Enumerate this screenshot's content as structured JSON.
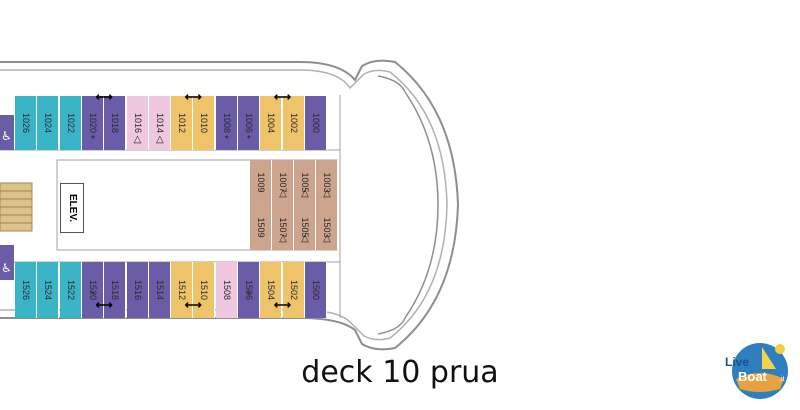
{
  "title": "deck 10 prua",
  "elevator_label": "ELEV.",
  "logo_text": "LiveBoat.it",
  "colors": {
    "purple": "#6b5ca8",
    "cyan": "#3ab5c8",
    "pink": "#efc7df",
    "yellow": "#efc36a",
    "tan": "#cda58f",
    "hull": "#9a9a9a",
    "stairs": "#ddc38a"
  },
  "top_row": [
    {
      "num": "1026",
      "color": "cyan"
    },
    {
      "num": "1024",
      "color": "cyan"
    },
    {
      "num": "1022",
      "color": "cyan"
    },
    {
      "num": "1020",
      "color": "purple",
      "mark": "*"
    },
    {
      "num": "1018",
      "color": "purple"
    },
    {
      "num": "1016",
      "color": "pink",
      "mark": "△"
    },
    {
      "num": "1014",
      "color": "pink",
      "mark": "△"
    },
    {
      "num": "1012",
      "color": "yellow"
    },
    {
      "num": "1010",
      "color": "yellow"
    },
    {
      "num": "1008",
      "color": "purple",
      "mark": "*"
    },
    {
      "num": "1006",
      "color": "purple",
      "mark": "*"
    },
    {
      "num": "1004",
      "color": "yellow"
    },
    {
      "num": "1002",
      "color": "yellow"
    },
    {
      "num": "1000",
      "color": "purple"
    }
  ],
  "bottom_row": [
    {
      "num": "1526",
      "color": "cyan"
    },
    {
      "num": "1524",
      "color": "cyan"
    },
    {
      "num": "1522",
      "color": "cyan"
    },
    {
      "num": "1520",
      "color": "purple",
      "mark": "*"
    },
    {
      "num": "1518",
      "color": "purple"
    },
    {
      "num": "1516",
      "color": "purple"
    },
    {
      "num": "1514",
      "color": "purple"
    },
    {
      "num": "1512",
      "color": "yellow"
    },
    {
      "num": "1510",
      "color": "yellow"
    },
    {
      "num": "1508",
      "color": "pink"
    },
    {
      "num": "1506",
      "color": "purple",
      "mark": "*"
    },
    {
      "num": "1504",
      "color": "yellow"
    },
    {
      "num": "1502",
      "color": "yellow"
    },
    {
      "num": "1500",
      "color": "purple"
    }
  ],
  "center_upper": [
    {
      "num": "1009",
      "color": "tan"
    },
    {
      "num": "1007",
      "color": "tan",
      "mark": "△"
    },
    {
      "num": "1005",
      "color": "tan",
      "mark": "△"
    },
    {
      "num": "1003",
      "color": "tan",
      "mark": "△"
    }
  ],
  "center_lower": [
    {
      "num": "1509",
      "color": "tan"
    },
    {
      "num": "1507",
      "color": "tan",
      "mark": "△"
    },
    {
      "num": "1505",
      "color": "tan",
      "mark": "△"
    },
    {
      "num": "1503",
      "color": "tan",
      "mark": "△"
    }
  ],
  "top_arrows": [
    "1020",
    "1012",
    "1004"
  ],
  "bottom_arrows": [
    "1520",
    "1512",
    "1504"
  ],
  "accessible_cabins": [
    "1026",
    "1526"
  ]
}
